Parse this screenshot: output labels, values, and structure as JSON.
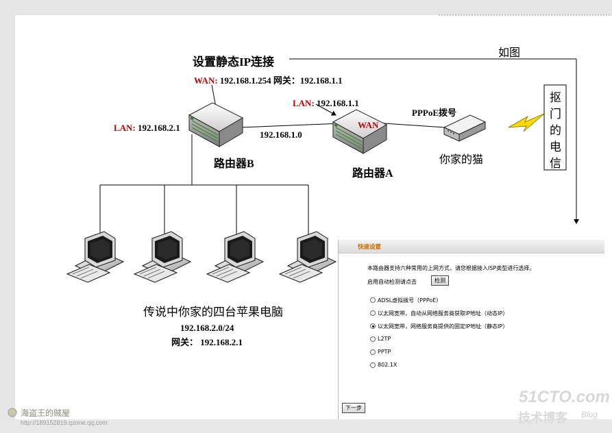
{
  "diagram": {
    "static_ip_title": "设置静态IP连接",
    "note_as_shown": "如图",
    "router_b": {
      "name": "路由器B",
      "wan_tag": "WAN:",
      "wan_value": "192.168.1.254 网关：192.168.1.1",
      "lan_tag": "LAN:",
      "lan_value": "192.168.2.1"
    },
    "link_subnet": "192.168.1.0",
    "router_a": {
      "name": "路由器A",
      "lan_tag": "LAN:",
      "lan_value": "192.168.1.1",
      "wan_tag": "WAN"
    },
    "pppoe_label": "PPPoE拨号",
    "modem_label": "你家的猫",
    "isp_label_chars": [
      "抠",
      "门",
      "的",
      "电",
      "信"
    ],
    "computers_caption": "传说中你家的四台苹果电脑",
    "computers_subnet": "192.168.2.0/24",
    "computers_gateway": "网关：  192.168.2.1",
    "colors": {
      "red_label": "#c00000",
      "line": "#000000"
    }
  },
  "settings_panel": {
    "title": "快速设置",
    "description": "本路由器支持六种常用的上网方式，请您根据接入ISP类型进行选择。",
    "auto_detect_label": "启用自动检测请点击",
    "detect_button": "检测",
    "options": [
      {
        "label": "ADSL虚拟拨号（PPPoE）",
        "selected": false
      },
      {
        "label": "以太网宽带，自动从网络服务商获取IP地址（动态IP）",
        "selected": false
      },
      {
        "label": "以太网宽带，网络服务商提供的固定IP地址（静态IP）",
        "selected": true
      },
      {
        "label": "L2TP",
        "selected": false
      },
      {
        "label": "PPTP",
        "selected": false
      },
      {
        "label": "802.1X",
        "selected": false
      }
    ],
    "next_button": "下一步"
  },
  "watermarks": {
    "blog_name": "海盗王的贼屋",
    "blog_url": "http://189152819.qzone.qq.com",
    "site_logo": "51CTO.com",
    "site_tagline": "技术博客",
    "site_blog": "Blog"
  }
}
